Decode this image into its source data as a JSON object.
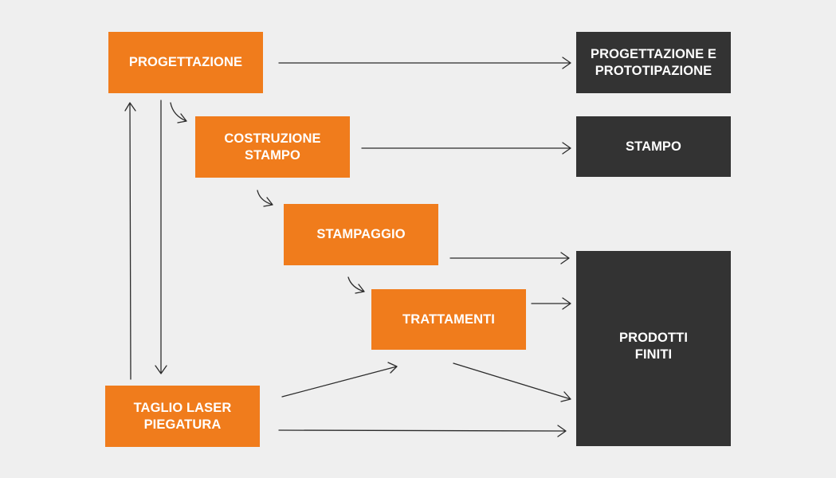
{
  "process_steps": {
    "progettazione": "PROGETTAZIONE",
    "costruzione_stampo": "COSTRUZIONE\nSTAMPO",
    "stampaggio": "STAMPAGGIO",
    "trattamenti": "TRATTAMENTI",
    "taglio_laser": "TAGLIO LASER\nPIEGATURA"
  },
  "outputs": {
    "progettazione_prototipazione": "PROGETTAZIONE E\nPROTOTIPAZIONE",
    "stampo": "STAMPO",
    "prodotti_finiti": "PRODOTTI\nFINITI"
  },
  "colors": {
    "process": "#f07c1c",
    "output": "#333333",
    "background": "#efefef",
    "arrow": "#2b2b2b"
  }
}
